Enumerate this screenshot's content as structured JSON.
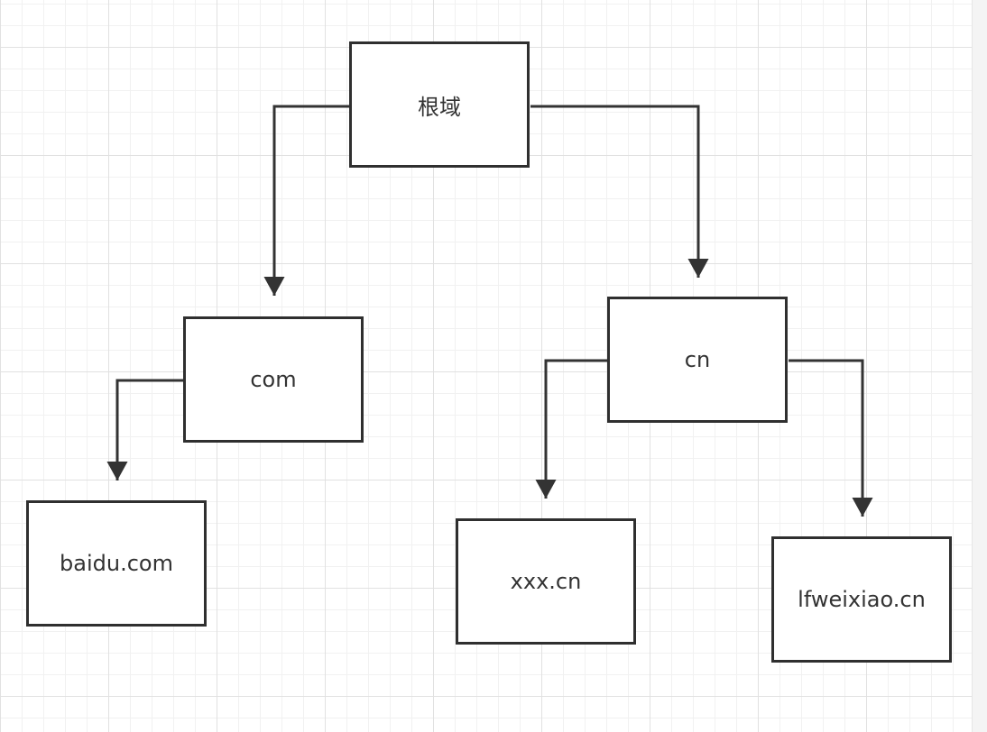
{
  "diagram": {
    "type": "tree",
    "nodes": [
      {
        "id": "root",
        "label": "根域"
      },
      {
        "id": "com",
        "label": "com"
      },
      {
        "id": "cn",
        "label": "cn"
      },
      {
        "id": "baidu",
        "label": "baidu.com"
      },
      {
        "id": "xxx",
        "label": "xxx.cn"
      },
      {
        "id": "lfweixiao",
        "label": "lfweixiao.cn"
      }
    ],
    "edges": [
      {
        "from": "root",
        "to": "com"
      },
      {
        "from": "root",
        "to": "cn"
      },
      {
        "from": "com",
        "to": "baidu"
      },
      {
        "from": "cn",
        "to": "xxx"
      },
      {
        "from": "cn",
        "to": "lfweixiao"
      }
    ]
  },
  "style": {
    "line_color": "#333333",
    "grid_color": "#e1e1e1",
    "background": "#ffffff"
  }
}
